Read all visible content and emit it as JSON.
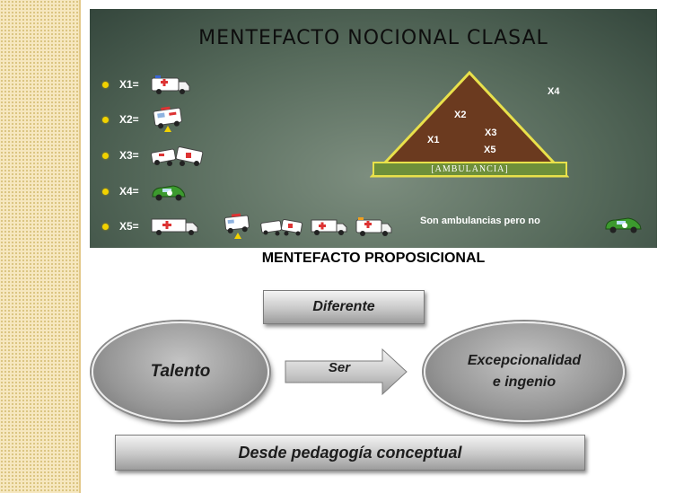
{
  "clasal": {
    "title": "MENTEFACTO NOCIONAL CLASAL",
    "items": [
      {
        "label": "X1="
      },
      {
        "label": "X2="
      },
      {
        "label": "X3="
      },
      {
        "label": "X4="
      },
      {
        "label": "X5="
      }
    ],
    "triangle": {
      "x1": "X1",
      "x2": "X2",
      "x3": "X3",
      "x5": "X5",
      "base_label": "[AMBULANCIA]",
      "fill_color": "#6b3a1f",
      "border_color": "#e9e14b"
    },
    "exclusion_label": "X4",
    "caption": "Son ambulancias pero no",
    "bullet_color": "#f2d200"
  },
  "proposicional": {
    "title": "MENTEFACTO PROPOSICIONAL",
    "top_box": "Diferente",
    "subject": "Talento",
    "relation": "Ser",
    "predicate_line1": "Excepcionalidad",
    "predicate_line2": "e ingenio",
    "bottom_box": "Desde pedagogía conceptual"
  }
}
